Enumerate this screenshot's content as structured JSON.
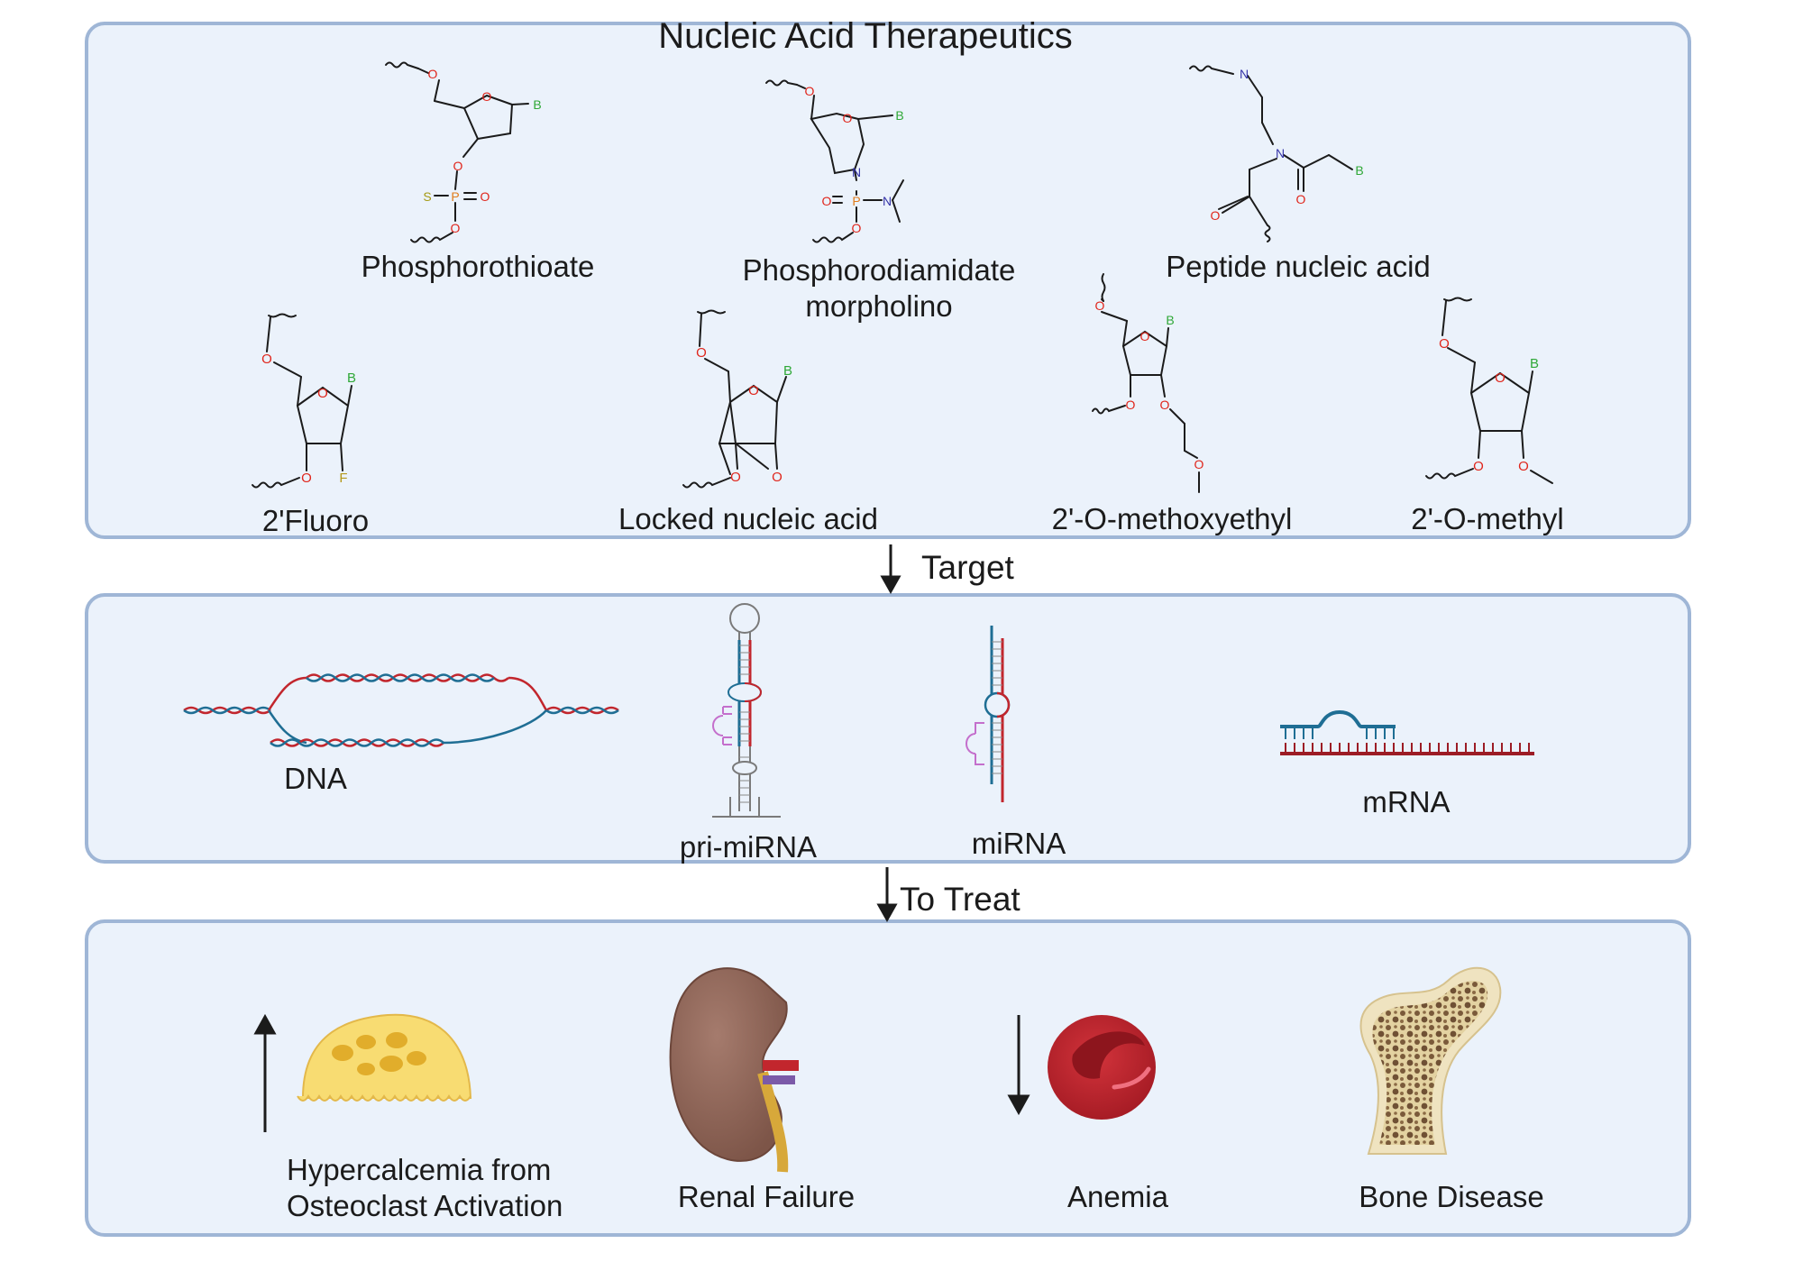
{
  "panels": {
    "therapeutics": {
      "title": "Nucleic Acid Therapeutics",
      "structures": {
        "phosphorothioate": "Phosphorothioate",
        "pmo_line1": "Phosphorodiamidate",
        "pmo_line2": "morpholino",
        "pna": "Peptide nucleic acid",
        "fluoro": "2'Fluoro",
        "lna": "Locked nucleic acid",
        "moe": "2'-O-methoxyethyl",
        "ome": "2'-O-methyl"
      },
      "atoms": {
        "O": "O",
        "B": "B",
        "S": "S",
        "P": "P",
        "N": "N",
        "F": "F"
      }
    },
    "target": {
      "items": {
        "dna": "DNA",
        "pri_mirna": "pri-miRNA",
        "mirna": "miRNA",
        "mrna": "mRNA"
      }
    },
    "treat": {
      "items": {
        "hyper_line1": "Hypercalcemia from",
        "hyper_line2": "Osteoclast Activation",
        "renal": "Renal Failure",
        "anemia": "Anemia",
        "bone": "Bone Disease"
      }
    }
  },
  "connectors": {
    "target": "Target",
    "treat": "To Treat"
  },
  "colors": {
    "panel_fill": "#ebf2fb",
    "panel_border": "#9fb6d6",
    "bond": "#1b1b1b",
    "oxygen": "#e0261c",
    "base": "#2fa837",
    "sulfur": "#a59a14",
    "phosphorus": "#e07b1a",
    "nitrogen": "#3534a8",
    "fluorine": "#b5981a",
    "dna_red": "#c2262d",
    "dna_blue": "#1f6e94",
    "mirna_pink": "#c46fcc",
    "mrna_red": "#9c1c25",
    "osteoclast": "#f8dc72",
    "kidney": "#946c60",
    "rbc": "#c0262f",
    "bone": "#e9d9ad"
  }
}
